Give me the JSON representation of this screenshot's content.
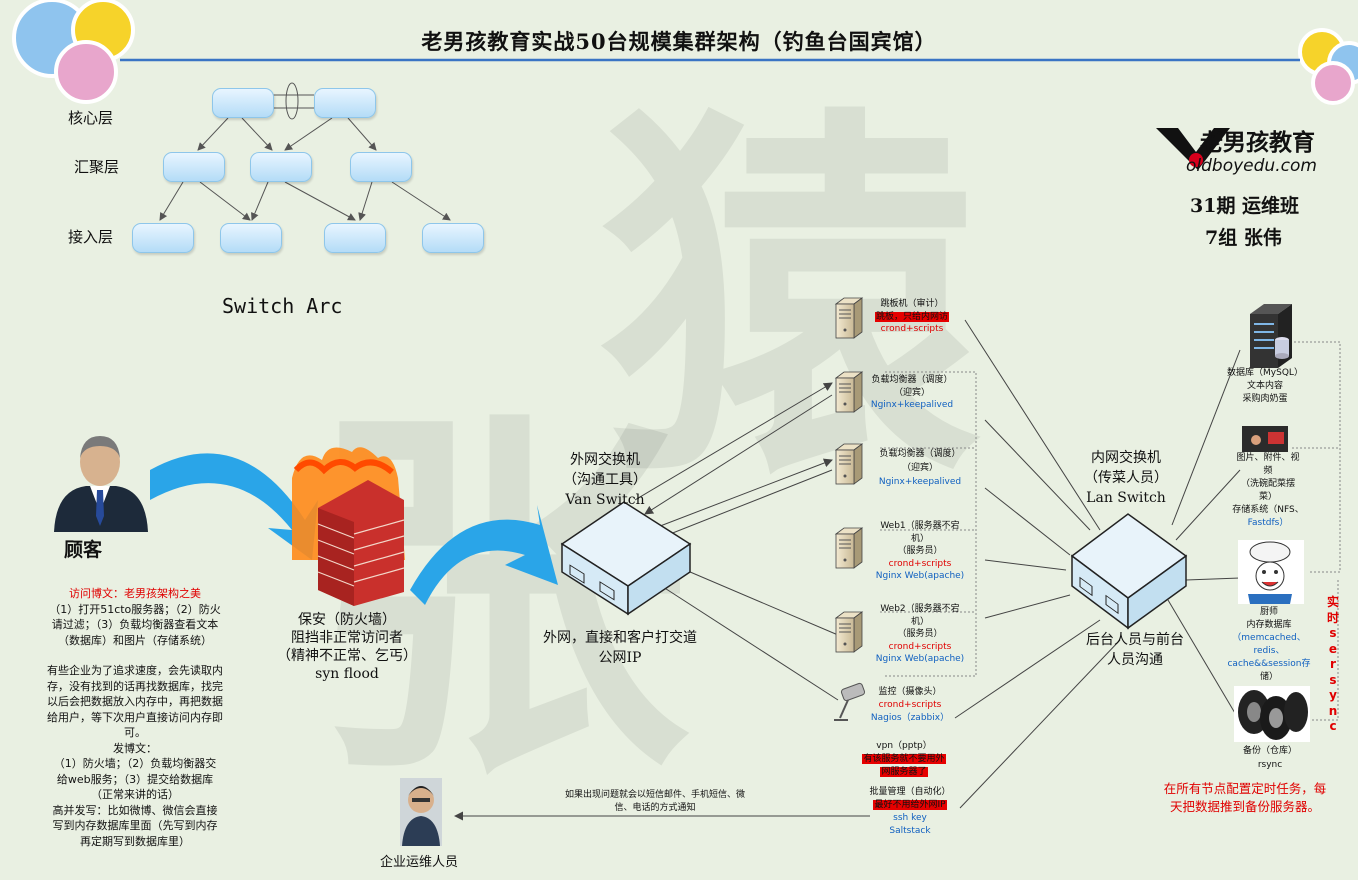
{
  "header": {
    "title": "老男孩教育实战50台规模集群架构（钓鱼台国宾馆）"
  },
  "logo": {
    "brand": "老男孩教育",
    "site": "oldboyedu.com"
  },
  "class_info": {
    "line1": "31期 运维班",
    "line2": "7组 张伟"
  },
  "watermark": {
    "chars": [
      "猿",
      "张"
    ]
  },
  "switch_arc": {
    "layers": {
      "core": "核心层",
      "aggregation": "汇聚层",
      "access": "接入层"
    },
    "label": "Switch Arc"
  },
  "customer": {
    "label": "顾客",
    "note_title": "访问博文：老男孩架构之美",
    "note_lines": [
      "（1）打开51cto服务器；（2）防火",
      "请过滤；（3）负载均衡器查看文本",
      "（数据库）和图片（存储系统）",
      "",
      "有些企业为了追求速度，会先读取内",
      "存，没有找到的话再找数据库，找完",
      "以后会把数据放入内存中，再把数据",
      "给用户，等下次用户直接访问内存即",
      "可。",
      "发博文：",
      "（1）防火墙；（2）负载均衡器交",
      "给web服务；（3）提交给数据库",
      "（正常来讲的话）",
      "高并发写：比如微博、微信会直接",
      "写到内存数据库里面（先写到内存",
      "再定期写到数据库里）"
    ]
  },
  "firewall": {
    "lines": [
      "保安（防火墙）",
      "阻挡非正常访问者",
      "（精神不正常、乞丐）",
      "syn flood"
    ]
  },
  "wan_switch": {
    "lines": [
      "外网交换机",
      "（沟通工具）",
      "Van Switch"
    ],
    "desc": [
      "外网，直接和客户打交道",
      "公网IP"
    ]
  },
  "servers": [
    {
      "id": "jump",
      "lines": [
        {
          "text": "跳板机（审计）",
          "style": "plain"
        },
        {
          "text": "跳板，只给内网访",
          "style": "hl"
        },
        {
          "text": "crond+scripts",
          "style": "red"
        }
      ]
    },
    {
      "id": "lb1",
      "lines": [
        {
          "text": "负载均衡器（调度）",
          "style": "plain"
        },
        {
          "text": "（迎宾）",
          "style": "plain"
        },
        {
          "text": "Nginx+keepalived",
          "style": "blue"
        }
      ]
    },
    {
      "id": "lb2",
      "lines": [
        {
          "text": "负载均衡器（调度）",
          "style": "plain"
        },
        {
          "text": "（迎宾）",
          "style": "plain"
        },
        {
          "text": "Nginx+keepalived",
          "style": "blue"
        }
      ]
    },
    {
      "id": "web1",
      "lines": [
        {
          "text": "Web1（服务器不宕",
          "style": "plain"
        },
        {
          "text": "机）",
          "style": "plain"
        },
        {
          "text": "（服务员）",
          "style": "plain"
        },
        {
          "text": "crond+scripts",
          "style": "red"
        },
        {
          "text": "Nginx Web(apache)",
          "style": "blue"
        }
      ]
    },
    {
      "id": "web2",
      "lines": [
        {
          "text": "Web2（服务器不宕",
          "style": "plain"
        },
        {
          "text": "机）",
          "style": "plain"
        },
        {
          "text": "（服务员）",
          "style": "plain"
        },
        {
          "text": "crond+scripts",
          "style": "red"
        },
        {
          "text": "Nginx Web(apache)",
          "style": "blue"
        }
      ]
    },
    {
      "id": "monitor",
      "lines": [
        {
          "text": "监控（摄像头）",
          "style": "plain"
        },
        {
          "text": "crond+scripts",
          "style": "red"
        },
        {
          "text": "Nagios（zabbix）",
          "style": "blue"
        }
      ]
    }
  ],
  "vpn": {
    "lines": [
      {
        "text": "vpn（pptp）",
        "style": "plain"
      },
      {
        "text": "有该服务就不要用外",
        "style": "hl"
      },
      {
        "text": "网服务器了",
        "style": "hl"
      }
    ]
  },
  "batch": {
    "lines": [
      {
        "text": "批量管理（自动化）",
        "style": "plain"
      },
      {
        "text": "最好不用给外网IP",
        "style": "hl"
      },
      {
        "text": "ssh key",
        "style": "blue"
      },
      {
        "text": "Saltstack",
        "style": "blue"
      }
    ]
  },
  "lan_switch": {
    "lines": [
      "内网交换机",
      "（传菜人员）",
      "Lan Switch"
    ],
    "desc": [
      "后台人员与前台",
      "人员沟通"
    ]
  },
  "backend": {
    "db": {
      "lines": [
        {
          "text": "数据库（MySQL）",
          "style": "mixed"
        },
        {
          "text": "文本内容",
          "style": "plain"
        },
        {
          "text": "采购肉奶蛋",
          "style": "plain"
        }
      ]
    },
    "storage": {
      "lines": [
        {
          "text": "图片、附件、视",
          "style": "plain"
        },
        {
          "text": "频",
          "style": "plain"
        },
        {
          "text": "（洗碗配菜摆",
          "style": "plain"
        },
        {
          "text": "菜）",
          "style": "plain"
        },
        {
          "text": "存储系统（NFS、",
          "style": "mixed"
        },
        {
          "text": "Fastdfs）",
          "style": "mixed"
        }
      ]
    },
    "cache": {
      "lines": [
        {
          "text": "厨师",
          "style": "plain"
        },
        {
          "text": "内存数据库",
          "style": "plain"
        },
        {
          "text": "（memcached、",
          "style": "mixed"
        },
        {
          "text": "redis、",
          "style": "blue"
        },
        {
          "text": "cache&&session存",
          "style": "mixed"
        },
        {
          "text": "储）",
          "style": "plain"
        }
      ]
    },
    "backup": {
      "lines": [
        {
          "text": "备份（仓库）",
          "style": "plain"
        },
        {
          "text": "rsync",
          "style": "plain"
        }
      ]
    }
  },
  "realtime_sync": {
    "chars": [
      "实",
      "时",
      "s",
      "e",
      "r",
      "s",
      "y",
      "n",
      "c"
    ]
  },
  "cron_note": [
    "在所有节点配置定时任务，每",
    "天把数据推到备份服务器。"
  ],
  "ops": {
    "label": "企业运维人员",
    "notify": [
      "如果出现问题就会以短信邮件、手机短信、微",
      "信、电话的方式通知"
    ]
  },
  "colors": {
    "background": "#e9f0e2",
    "accent_blue": "#1060c0",
    "highlight_red": "#e60000",
    "arrow_blue": "#2aa5e8",
    "title_rule": "#3a74c4"
  }
}
